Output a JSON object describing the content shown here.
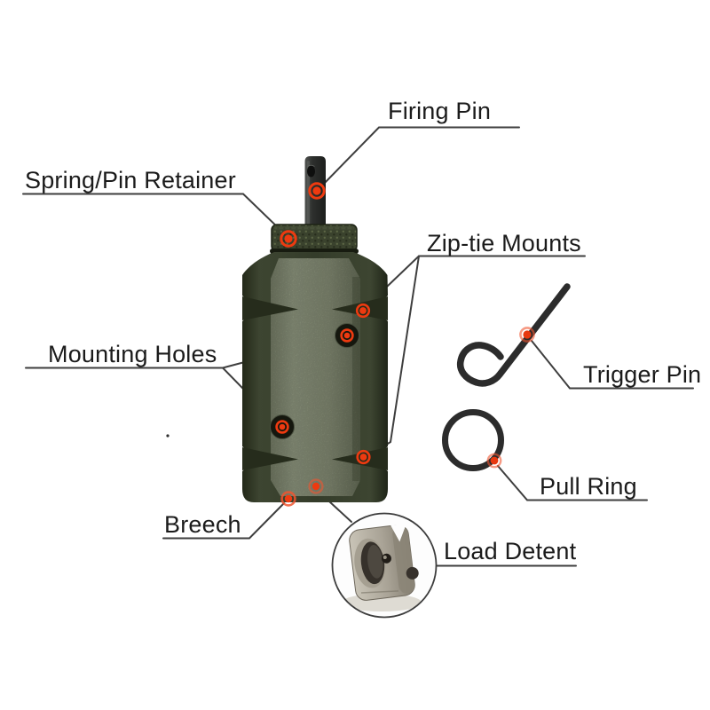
{
  "diagram": {
    "labels": [
      {
        "id": "firing-pin",
        "text": "Firing Pin"
      },
      {
        "id": "spring-pin-retainer",
        "text": "Spring/Pin Retainer"
      },
      {
        "id": "zip-tie-mounts",
        "text": "Zip-tie Mounts"
      },
      {
        "id": "mounting-holes",
        "text": "Mounting Holes"
      },
      {
        "id": "trigger-pin",
        "text": "Trigger Pin"
      },
      {
        "id": "pull-ring",
        "text": "Pull Ring"
      },
      {
        "id": "breech",
        "text": "Breech"
      },
      {
        "id": "load-detent",
        "text": "Load Detent"
      }
    ],
    "icons": {
      "marker": "red-callout-dot-icon",
      "inset": "breech-closeup-photo"
    },
    "colors": {
      "marker_red": "#ee3a10",
      "body_olive": "#363e2c",
      "body_face": "#8e967e",
      "leader_line": "#3e3e3e",
      "text": "#1b1b1b",
      "background": "#ffffff"
    }
  }
}
